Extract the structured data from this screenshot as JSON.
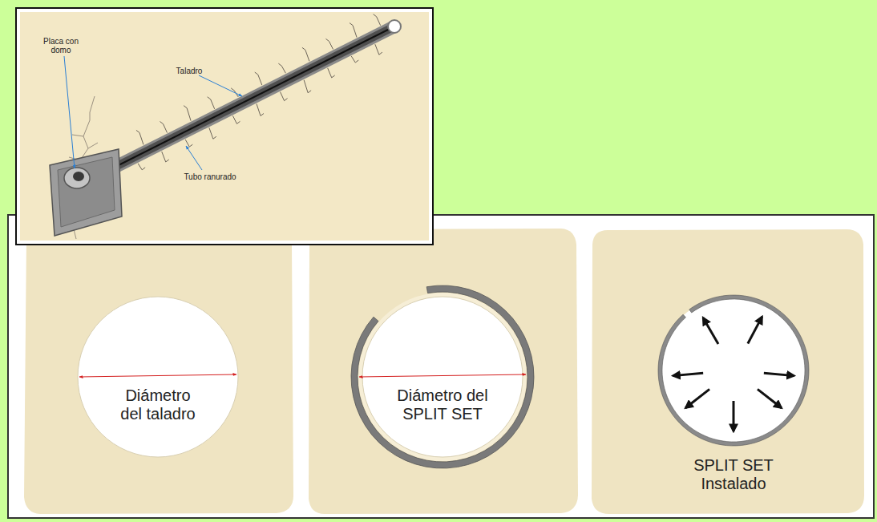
{
  "diagram": {
    "nodes": [
      {
        "text": [
          "Diámetro del taladro"
        ]
      },
      {
        "text": [
          "Diámetro del SPLIT SET"
        ]
      },
      {
        "text": [
          "SPLIT SET Instalado"
        ]
      }
    ],
    "labels": [
      "Placa con domo",
      "Taladro",
      "Tubo ranurado"
    ]
  }
}
